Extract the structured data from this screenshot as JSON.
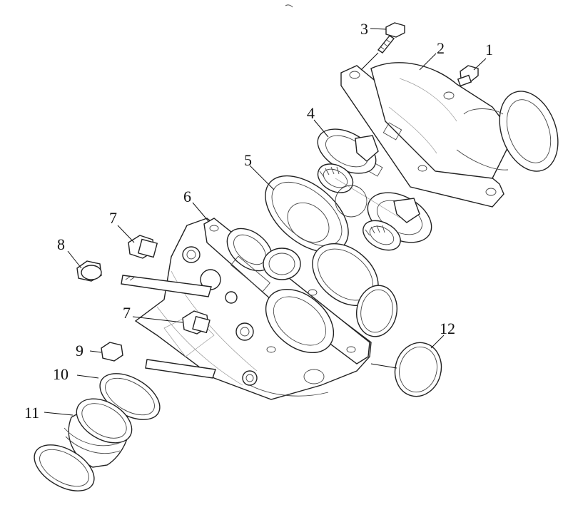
{
  "diagram": {
    "callouts": [
      {
        "id": "1",
        "text": "1"
      },
      {
        "id": "2",
        "text": "2"
      },
      {
        "id": "3",
        "text": "3"
      },
      {
        "id": "4",
        "text": "4"
      },
      {
        "id": "5",
        "text": "5"
      },
      {
        "id": "6",
        "text": "6"
      },
      {
        "id": "7a",
        "text": "7"
      },
      {
        "id": "7b",
        "text": "7"
      },
      {
        "id": "8",
        "text": "8"
      },
      {
        "id": "9",
        "text": "9"
      },
      {
        "id": "10",
        "text": "10"
      },
      {
        "id": "11",
        "text": "11"
      },
      {
        "id": "12",
        "text": "12"
      }
    ]
  }
}
